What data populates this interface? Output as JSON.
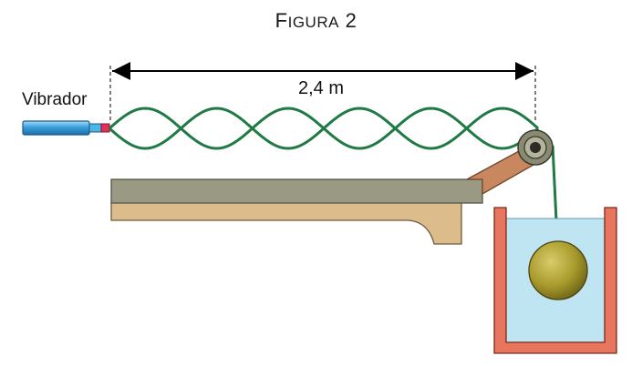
{
  "figure": {
    "title_first": "F",
    "title_rest": "IGURA",
    "title_number": "2"
  },
  "labels": {
    "vibrator": "Vibrador",
    "length": "2,4 m"
  },
  "colors": {
    "string": "#1f7a45",
    "table_top": "#9a9a84",
    "table_base": "#ddbc8c",
    "arm": "#c8875e",
    "pulley": "#8a8a72",
    "water": "#bfe4f2",
    "container": "#e8765e",
    "ball": "#a89a2c",
    "vibrator_body": "#3aa0dc",
    "vibrator_tip": "#e2305a"
  },
  "diagram": {
    "standing_wave_loops": 6
  }
}
